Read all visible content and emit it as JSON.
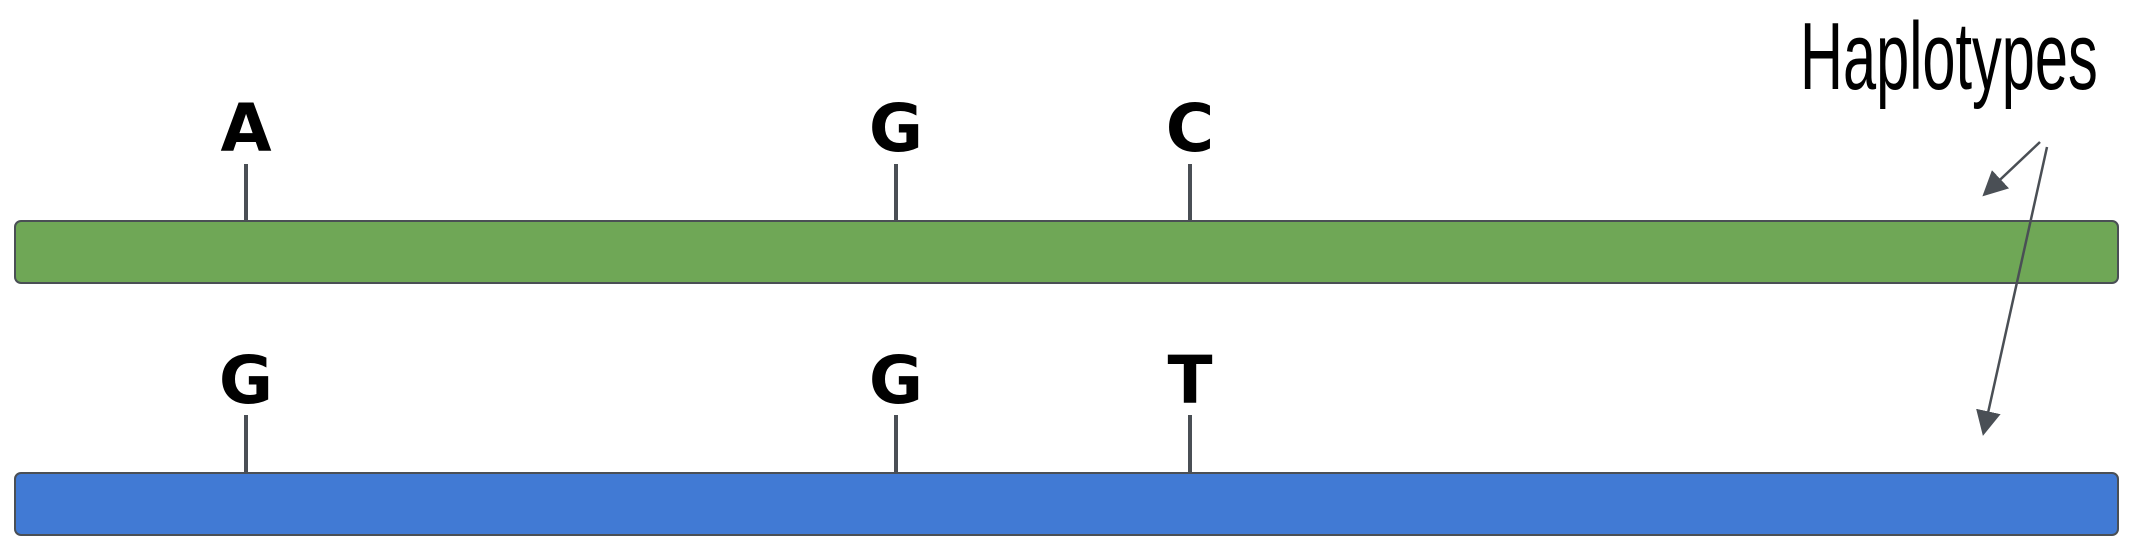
{
  "title": "Haplotypes",
  "colors": {
    "haplotype_top": "#6fa756",
    "haplotype_bottom": "#417ad4",
    "outline": "#4a4f55",
    "arrow": "#4a4f55"
  },
  "haplotypes": [
    {
      "alleles": [
        "A",
        "G",
        "C"
      ]
    },
    {
      "alleles": [
        "G",
        "G",
        "T"
      ]
    }
  ]
}
